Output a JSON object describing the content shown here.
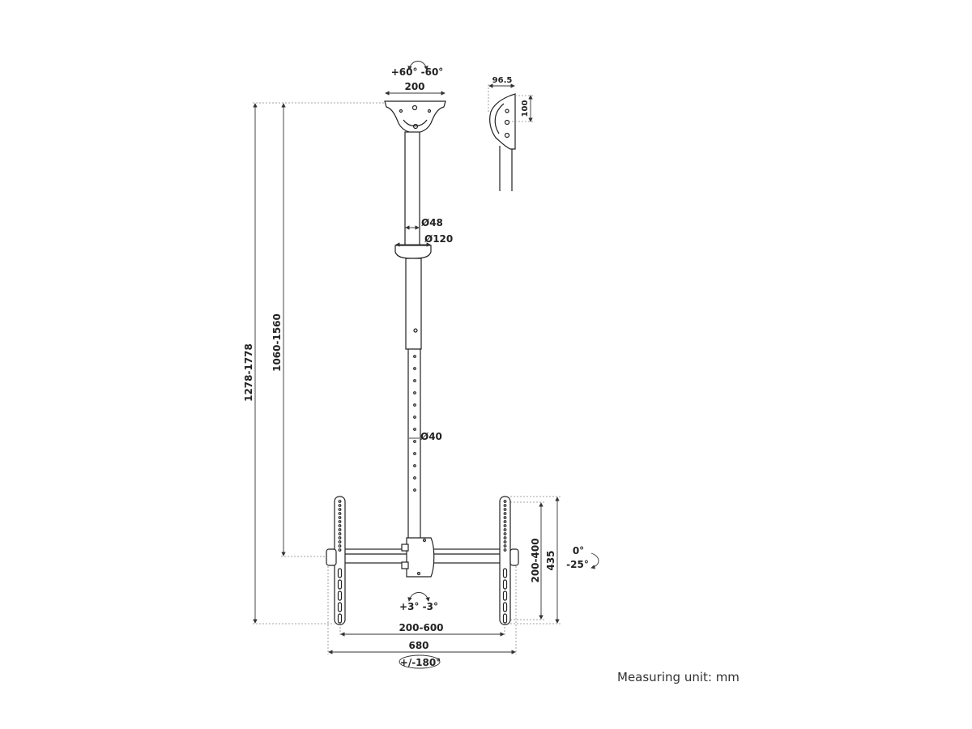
{
  "diagram": {
    "title": "Ceiling TV mount dimension drawing",
    "labels": {
      "tilt_top": "+60° -60°",
      "plate_width": "200",
      "side_depth": "96.5",
      "side_height": "100",
      "pole_upper_diameter": "Ø48",
      "collar_diameter": "Ø120",
      "pole_lower_diameter": "Ø40",
      "total_height": "1278-1778",
      "pole_height": "1060-1560",
      "vesa_vertical": "200-400",
      "bracket_height": "435",
      "tilt_up": "0°",
      "tilt_down": "-25°",
      "level_adjust": "+3° -3°",
      "vesa_horizontal": "200-600",
      "total_width": "680",
      "rotation": "+/-180°"
    },
    "unit_note": "Measuring unit: mm"
  }
}
